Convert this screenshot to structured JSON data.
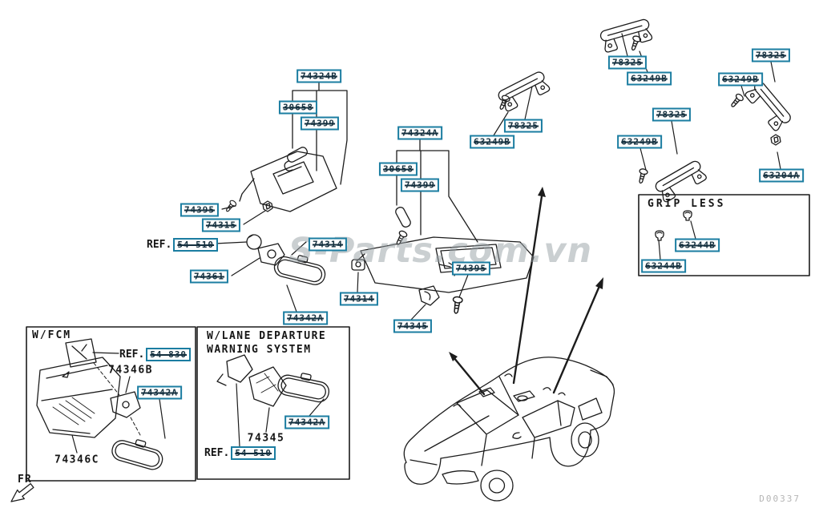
{
  "page": {
    "doc_code": "D00337",
    "watermark": "S-Parts.com.vn",
    "fr": "FR",
    "ref_prefix": "REF."
  },
  "colors": {
    "label_border": "#1b7da1",
    "label_text": "#14303f",
    "line_art": "#1c1c1c",
    "watermark": "#97a0a5"
  },
  "parts": {
    "visor1": {
      "assy": "74324B",
      "bracket": "30658",
      "holder": "74399",
      "screw": "74395",
      "clip": "74315",
      "ref": "54-510",
      "lamp": "74361"
    },
    "visor2": {
      "assy": "74324A",
      "bracket": "30658",
      "holder": "74399",
      "screw": "74395",
      "hook": "74345"
    },
    "mirror": {
      "head": "74314",
      "grommet": "74314",
      "stay": "74342A"
    },
    "grips": {
      "a_grip": "78325",
      "a_screw": "63249B",
      "b_grip": "78325",
      "b_screw": "63249B",
      "c_grip": "78325",
      "c_screw": "63249B",
      "d_grip": "78325",
      "d_screw": "63249B",
      "d_clip": "63204A"
    }
  },
  "panels": {
    "grip_less": {
      "title": "GRIP LESS",
      "cap1": "63244B",
      "cap2": "63244B"
    },
    "w_fcm": {
      "title": "W/FCM",
      "ref": "54-830",
      "cover": "74346B",
      "console": "74346C",
      "mirror": "74342A"
    },
    "w_lane": {
      "title1": "W/LANE DEPARTURE",
      "title2": "WARNING SYSTEM",
      "cover": "74345",
      "ref": "54-510",
      "mirror": "74342A"
    }
  }
}
